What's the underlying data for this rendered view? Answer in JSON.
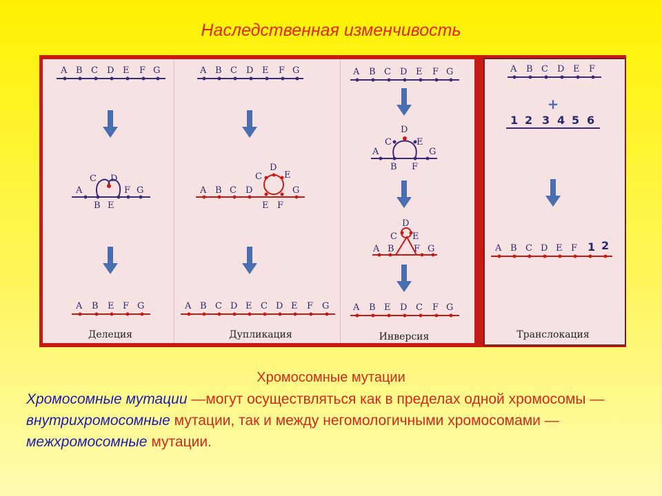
{
  "title": "Наследственная изменчивость",
  "panels": {
    "deletion": {
      "caption": "Делеция",
      "top": [
        "A",
        "B",
        "C",
        "D",
        "E",
        "F",
        "G"
      ],
      "loop": [
        "A",
        "C",
        "D",
        "F",
        "G",
        "B",
        "E"
      ],
      "bottom": [
        "A",
        "B",
        "E",
        "F",
        "G"
      ]
    },
    "duplication": {
      "caption": "Дупликация",
      "top": [
        "A",
        "B",
        "C",
        "D",
        "E",
        "F",
        "G"
      ],
      "loop": [
        "A",
        "B",
        "C",
        "D",
        "C",
        "D",
        "E",
        "G",
        "E",
        "F"
      ],
      "bottom": [
        "A",
        "B",
        "C",
        "D",
        "E",
        "C",
        "D",
        "E",
        "F",
        "G"
      ]
    },
    "inversion": {
      "caption": "Инверсия",
      "top": [
        "A",
        "B",
        "C",
        "D",
        "E",
        "F",
        "G"
      ],
      "loop": [
        "D",
        "C",
        "E",
        "A",
        "G",
        "B",
        "F"
      ],
      "cross": [
        "D",
        "C",
        "E",
        "A",
        "B",
        "F",
        "G"
      ],
      "bottom": [
        "A",
        "B",
        "E",
        "D",
        "C",
        "F",
        "G"
      ]
    },
    "translocation": {
      "caption": "Транслокация",
      "top": [
        "A",
        "B",
        "C",
        "D",
        "E",
        "F"
      ],
      "plus": "+",
      "numbers": [
        "1",
        "2",
        "3",
        "4",
        "5",
        "6"
      ],
      "bottom": [
        "A",
        "B",
        "C",
        "D",
        "E",
        "F",
        "1",
        "2"
      ]
    }
  },
  "subtitle": "Хромосомные мутации",
  "description": {
    "term1": "Хромосомные мутации",
    "part1": " —могут осуществляться как в пределах одной хромосомы — ",
    "term2": "внутрихромосомные",
    "part2": " мутации, так и между негомологичными хромосомами — ",
    "term3": "межхромосомные",
    "part3": " мутации."
  },
  "colors": {
    "title": "#e0281e",
    "frame": "#c81a14",
    "panel": "#f6e2e3",
    "chromosome_blue": "#3a2a7a",
    "chromosome_red": "#c81a14",
    "arrow": "#4a6fb0",
    "term": "#1d1db0"
  }
}
